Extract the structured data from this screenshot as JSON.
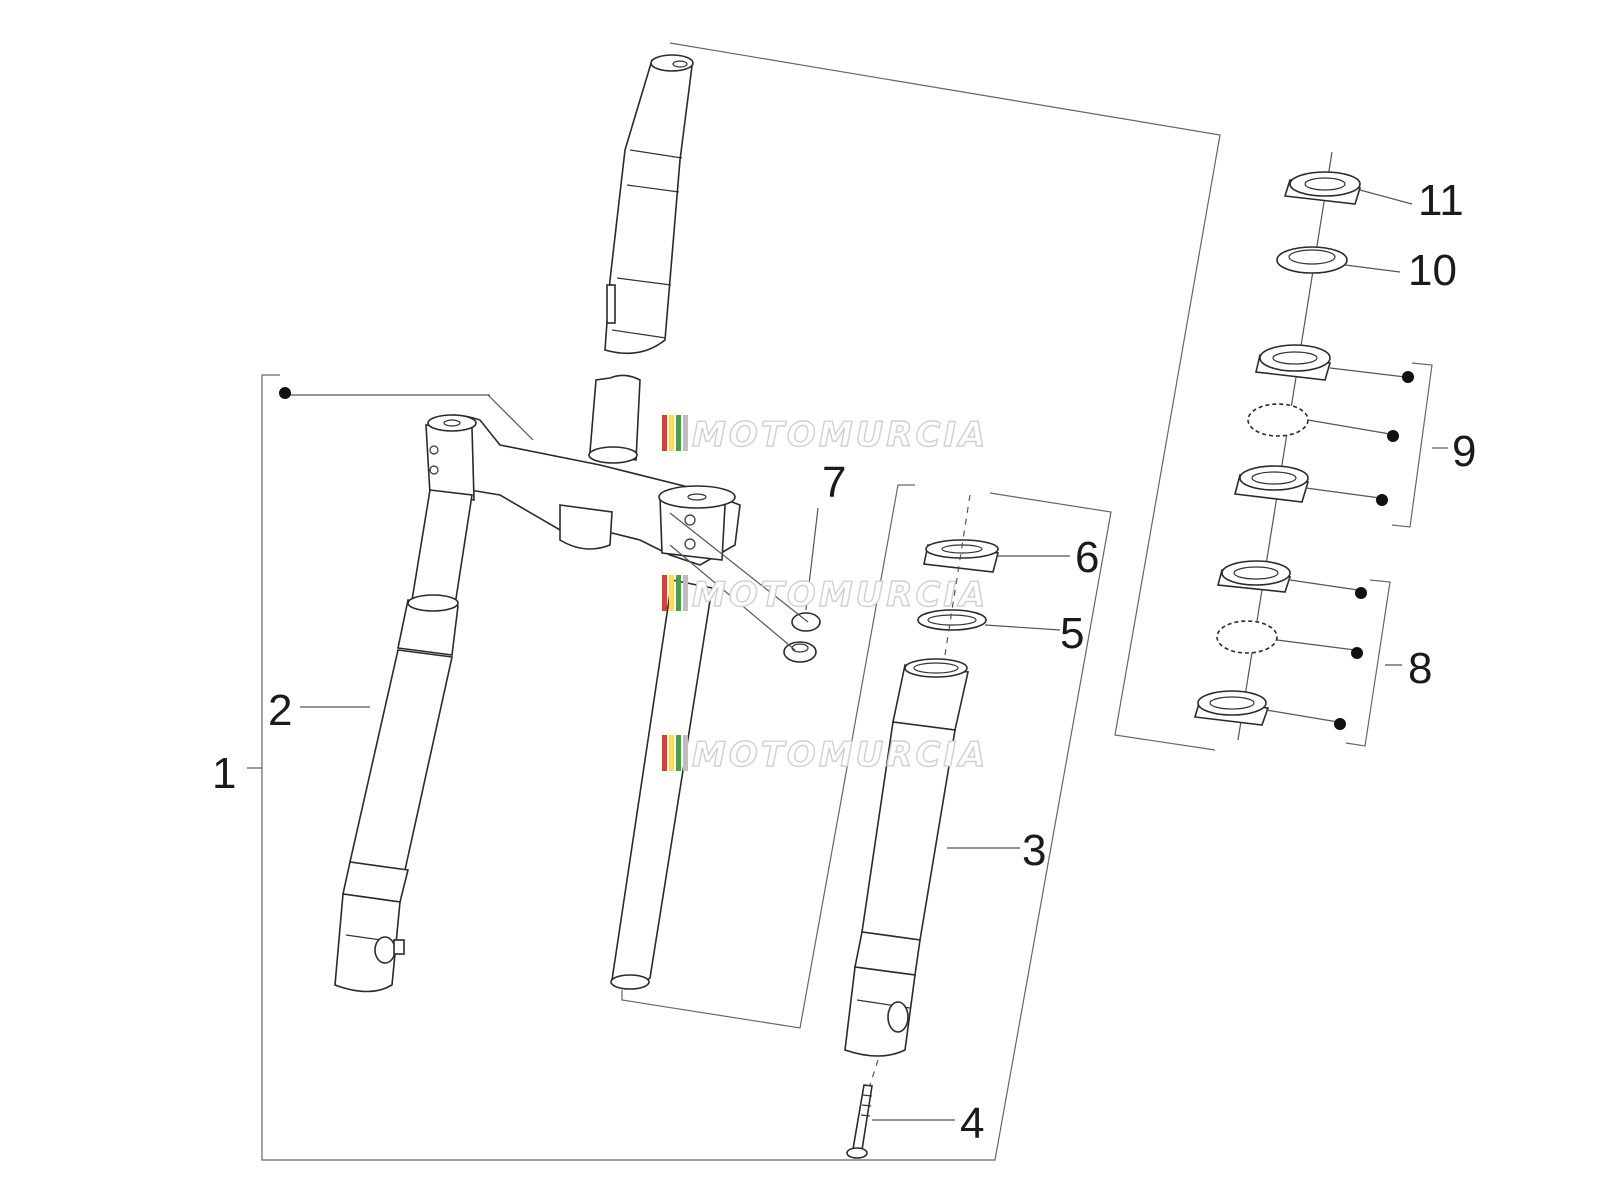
{
  "diagram": {
    "callouts": [
      "1",
      "2",
      "3",
      "4",
      "5",
      "6",
      "7",
      "8",
      "9",
      "10",
      "11"
    ],
    "watermark": "MOTOMURCIA",
    "watermark_colors": [
      "#e53935",
      "#f9e04b",
      "#43a047",
      "#bdbdbd"
    ]
  }
}
